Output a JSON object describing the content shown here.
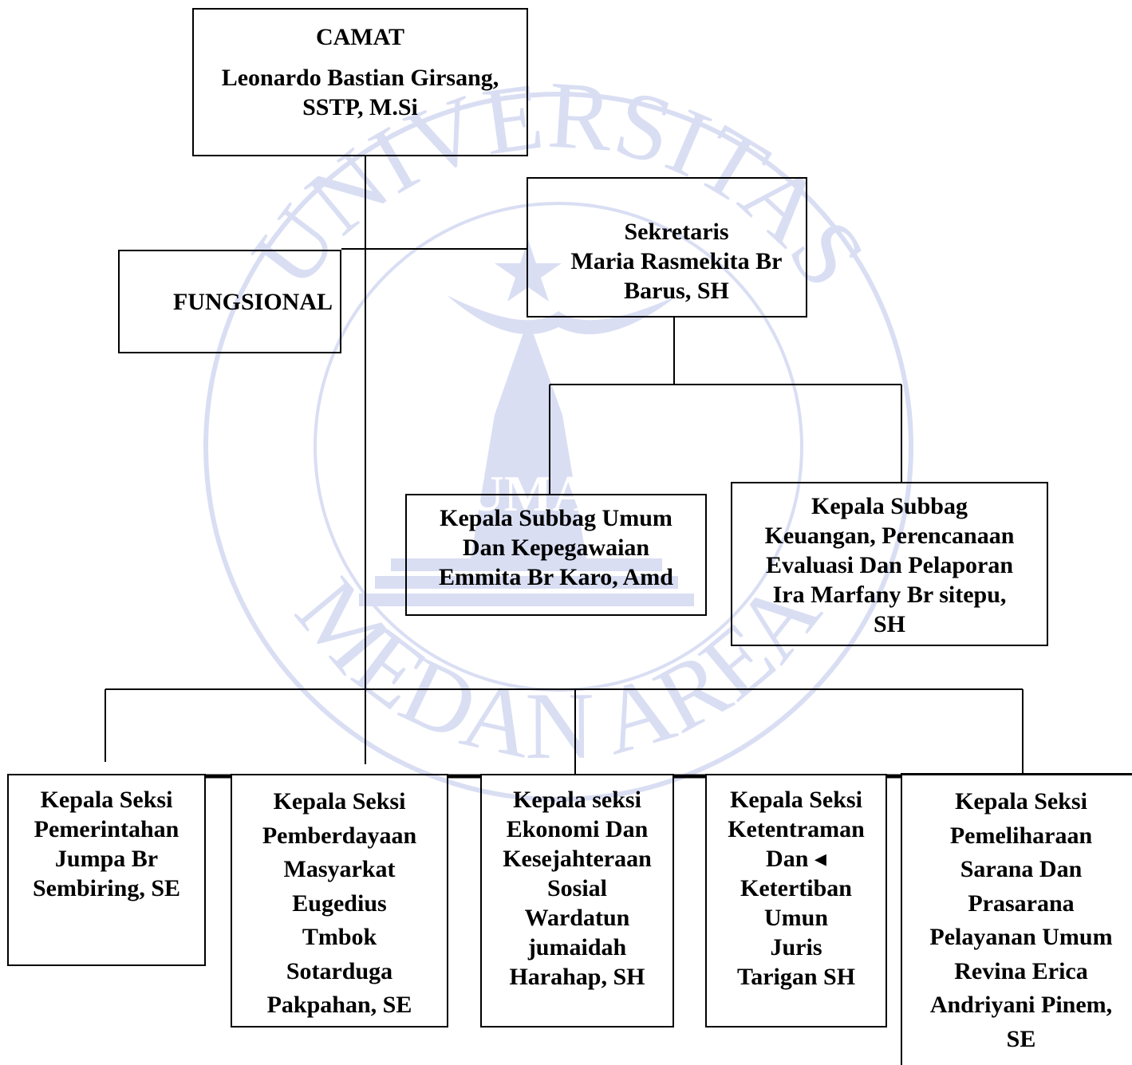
{
  "watermark": {
    "top_text": "UNIVERSITAS",
    "bottom_text": "MEDAN AREA",
    "center_text": "UMA",
    "color": "#d9def3"
  },
  "chart": {
    "line_color": "#000000",
    "boxes": {
      "camat": {
        "title": "CAMAT",
        "name": "Leonardo Bastian Girsang,\nSSTP, M.Si"
      },
      "fungsional": {
        "label": "FUNGSIONAL"
      },
      "sekretaris": {
        "text": "Sekretaris\nMaria Rasmekita Br\nBarus, SH"
      },
      "subbag_umum": {
        "text": "Kepala Subbag Umum\nDan Kepegawaian\nEmmita Br Karo, Amd"
      },
      "subbag_keuangan": {
        "text": "Kepala Subbag\nKeuangan, Perencanaan\nEvaluasi Dan Pelaporan\nIra Marfany Br sitepu,\nSH"
      },
      "seksi_pemerintahan": {
        "text": "Kepala Seksi\nPemerintahan\nJumpa Br\nSembiring, SE"
      },
      "seksi_pemberdayaan": {
        "text": "Kepala Seksi\nPemberdayaan\nMasyarkat\nEugedius\nTmbok\nSotarduga\nPakpahan, SE"
      },
      "seksi_ekonomi": {
        "text": "Kepala seksi\nEkonomi Dan\nKesejahteraan\nSosial\nWardatun\njumaidah\nHarahap, SH"
      },
      "seksi_ketentraman": {
        "text": "Kepala Seksi\nKetentraman\nDan ◂\nKetertiban\nUmun\nJuris\nTarigan SH"
      },
      "seksi_pemeliharaan": {
        "text": "Kepala Seksi\nPemeliharaan\nSarana Dan\nPrasarana\nPelayanan Umum\nRevina Erica\nAndriyani Pinem,\nSE"
      }
    }
  }
}
